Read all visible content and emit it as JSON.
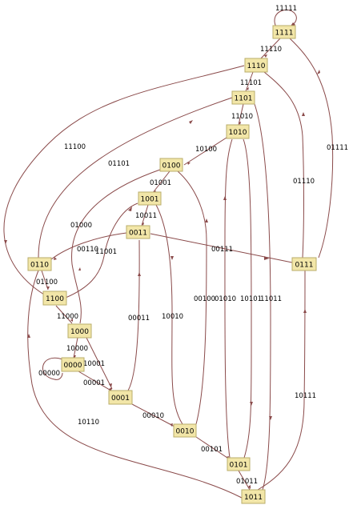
{
  "graph": {
    "nodes": [
      "1111",
      "1110",
      "1101",
      "1010",
      "0100",
      "1001",
      "0011",
      "0110",
      "0111",
      "1100",
      "1000",
      "0000",
      "0001",
      "0010",
      "0101",
      "1011"
    ],
    "edges": [
      "11111",
      "11110",
      "11101",
      "11010",
      "10100",
      "01001",
      "10011",
      "11001",
      "00111",
      "01100",
      "11000",
      "10000",
      "00000",
      "00001",
      "10001",
      "00010",
      "00101",
      "01011",
      "11100",
      "01101",
      "01000",
      "00011",
      "10010",
      "00100",
      "01010",
      "10101",
      "11011",
      "01110",
      "01111",
      "10111",
      "10110",
      "00110"
    ],
    "colors": {
      "node_fill": "#f2e6a8",
      "node_stroke": "#b9ad6a",
      "edge": "#8a4a4a"
    }
  }
}
